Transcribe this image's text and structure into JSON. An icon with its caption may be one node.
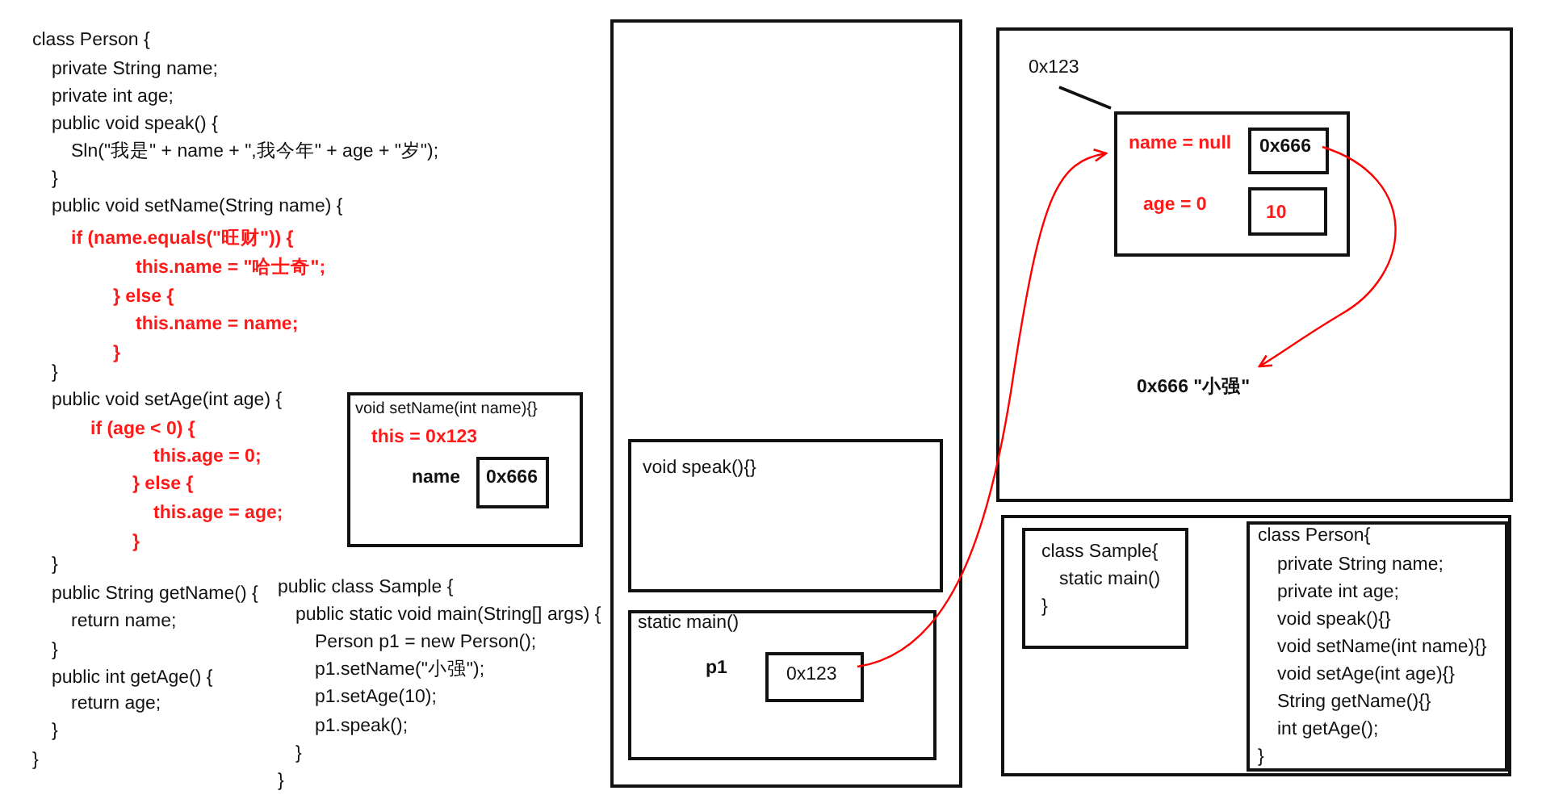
{
  "diagram": {
    "nodes": [
      {
        "text": [
          "void setName(int name){}",
          "this = 0x123",
          "name"
        ]
      },
      {
        "text": [
          "0x666"
        ],
        "in": 0
      },
      {
        "text": [],
        "shape": "box"
      },
      {
        "text": [
          "void speak(){}"
        ],
        "in": 2
      },
      {
        "text": [
          "static main()",
          "p1"
        ],
        "in": 2
      },
      {
        "text": [
          "0x123"
        ],
        "in": 4
      },
      {
        "text": [],
        "shape": "box"
      },
      {
        "text": [
          "0x123"
        ],
        "in": 6
      },
      {
        "text": [
          "name = null",
          "age = 0"
        ],
        "in": 6
      },
      {
        "text": [
          "0x666"
        ],
        "in": 8
      },
      {
        "text": [
          "10"
        ],
        "in": 8
      },
      {
        "text": [
          "0x666 \"小强\""
        ],
        "in": 6
      },
      {
        "text": [],
        "shape": "box"
      },
      {
        "text": [
          "class Sample{",
          "static main()",
          "}"
        ],
        "in": 12
      },
      {
        "text": [
          "class Person{",
          "private String name;",
          "private int age;",
          "void speak(){}",
          "void setName(int name){}",
          "void setAge(int age){}",
          "String getName(){}",
          "int getAge();",
          "}"
        ],
        "in": 12
      }
    ],
    "edges": [
      {
        "from": 5,
        "to": 8,
        "arrow": "to",
        "color": "#ff0000"
      },
      {
        "from": 9,
        "to": 11,
        "arrow": "to",
        "color": "#ff0000"
      },
      {
        "from": 7,
        "to": 8,
        "arrow": "none",
        "color": "#111111"
      }
    ],
    "labels": [
      "class Person {",
      "private String name;",
      "private int age;",
      "public  void speak() {",
      "Sln(\"我是\" + name + \",我今年\" + age + \"岁\");",
      "}",
      "public void setName(String name) {",
      "if (name.equals(\"旺财\")) {",
      "this.name = \"哈士奇\";",
      "} else {",
      "this.name = name;",
      "}",
      "}",
      "public void setAge(int age) {",
      "if (age < 0) {",
      "this.age = 0;",
      "} else {",
      "this.age = age;",
      "}",
      "}",
      "public String getName() {",
      "return name;",
      "}",
      "public int getAge() {",
      "return age;",
      "}",
      "}",
      "public class Sample {",
      "public static void main(String[] args) {",
      "Person p1 = new Person();",
      "p1.setName(\"小强\");",
      "p1.setAge(10);",
      "p1.speak();",
      "}",
      "}"
    ]
  }
}
